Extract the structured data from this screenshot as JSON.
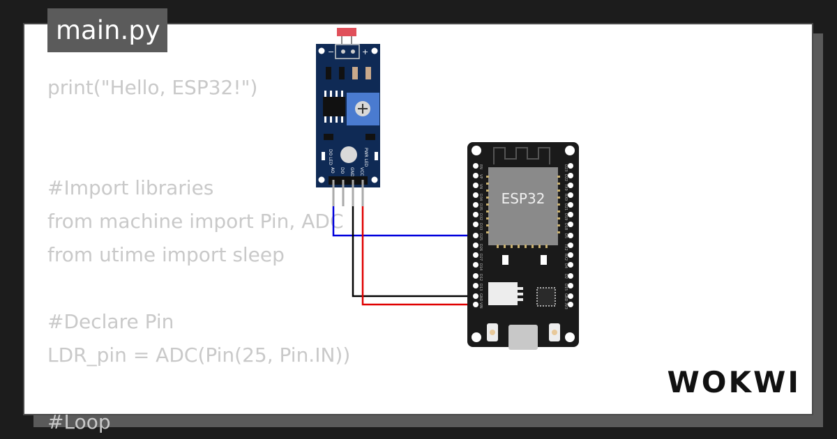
{
  "file_tab": {
    "label": "main.py"
  },
  "code": {
    "lines": [
      "print(\"Hello, ESP32!\")",
      "",
      "",
      "#Import libraries",
      "from machine import Pin, ADC",
      "from utime import sleep",
      "",
      "#Declare Pin",
      "LDR_pin = ADC(Pin(25, Pin.IN))",
      "",
      "#Loop"
    ]
  },
  "ldr_module": {
    "power_minus": "−",
    "power_plus": "+",
    "do_led_label": "DO LED",
    "pwr_led_label": "PWR LED",
    "pins": [
      "AO",
      "DO",
      "GND",
      "VCC"
    ]
  },
  "esp32": {
    "chip_label": "ESP32",
    "left_pins": [
      "EN",
      "VP",
      "VN",
      "D34",
      "D35",
      "D32",
      "D33",
      "D25",
      "D26",
      "D27",
      "D14",
      "D12",
      "D13",
      "GND",
      "VIN"
    ],
    "right_pins": [
      "D23",
      "D22",
      "TX0",
      "RX0",
      "D21",
      "D19",
      "D18",
      "D5",
      "TX2",
      "RX2",
      "D4",
      "D2",
      "D15",
      "GND",
      "3V3"
    ]
  },
  "brand": {
    "logo": "WOKWI"
  },
  "colors": {
    "wire_signal": "#0000dd",
    "wire_ground": "#000000",
    "wire_power": "#e00000",
    "board_pcb": "#0f2a55",
    "esp32_pcb": "#1a1a1a"
  }
}
